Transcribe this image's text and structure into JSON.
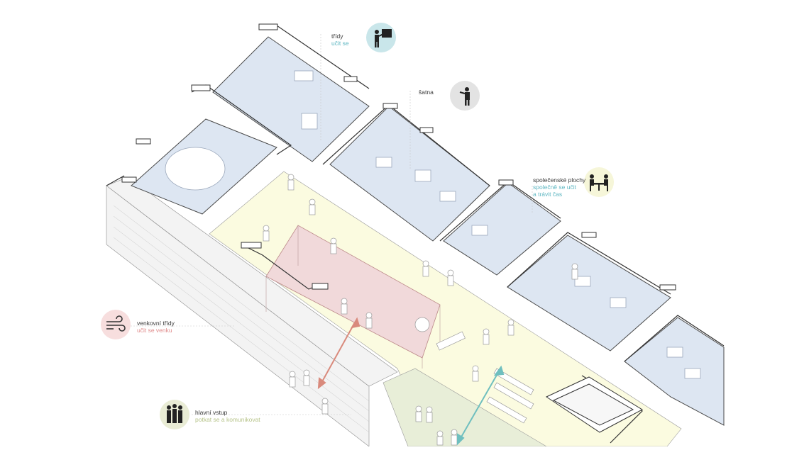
{
  "legend": [
    {
      "id": "tridy",
      "title": "třídy",
      "subtitle": "učit se",
      "icon": "teacher-board-icon",
      "badge_color": "#c9e6ea",
      "sub_color": "#5fb7c2"
    },
    {
      "id": "satna",
      "title": "šatna",
      "subtitle": "",
      "icon": "coat-hanger-person-icon",
      "badge_color": "#e3e3e3",
      "sub_color": "#8a8a8a"
    },
    {
      "id": "spolecenske",
      "title": "společenské plochy",
      "subtitle": "společně se učit",
      "subtitle2": "a trávit čas",
      "icon": "two-people-table-icon",
      "badge_color": "#f6f6d9",
      "sub_color": "#5fb7c2"
    },
    {
      "id": "venkovni",
      "title": "venkovní třídy",
      "subtitle": "učit se venku",
      "icon": "wind-icon",
      "badge_color": "#f7dede",
      "sub_color": "#e08c8c"
    },
    {
      "id": "vstup",
      "title": "hlavní vstup",
      "subtitle": "potkat se a komunikovat",
      "icon": "group-people-icon",
      "badge_color": "#e9ecd5",
      "sub_color": "#b7c48a"
    }
  ],
  "colors": {
    "classroom": "#dde6f2",
    "corridor": "#fbfbe0",
    "outdoor": "#f1d9da",
    "entrance": "#e8eed8",
    "line": "#3c3c3c",
    "arrow_red": "#d98a7c",
    "arrow_teal": "#6fbfbf"
  }
}
